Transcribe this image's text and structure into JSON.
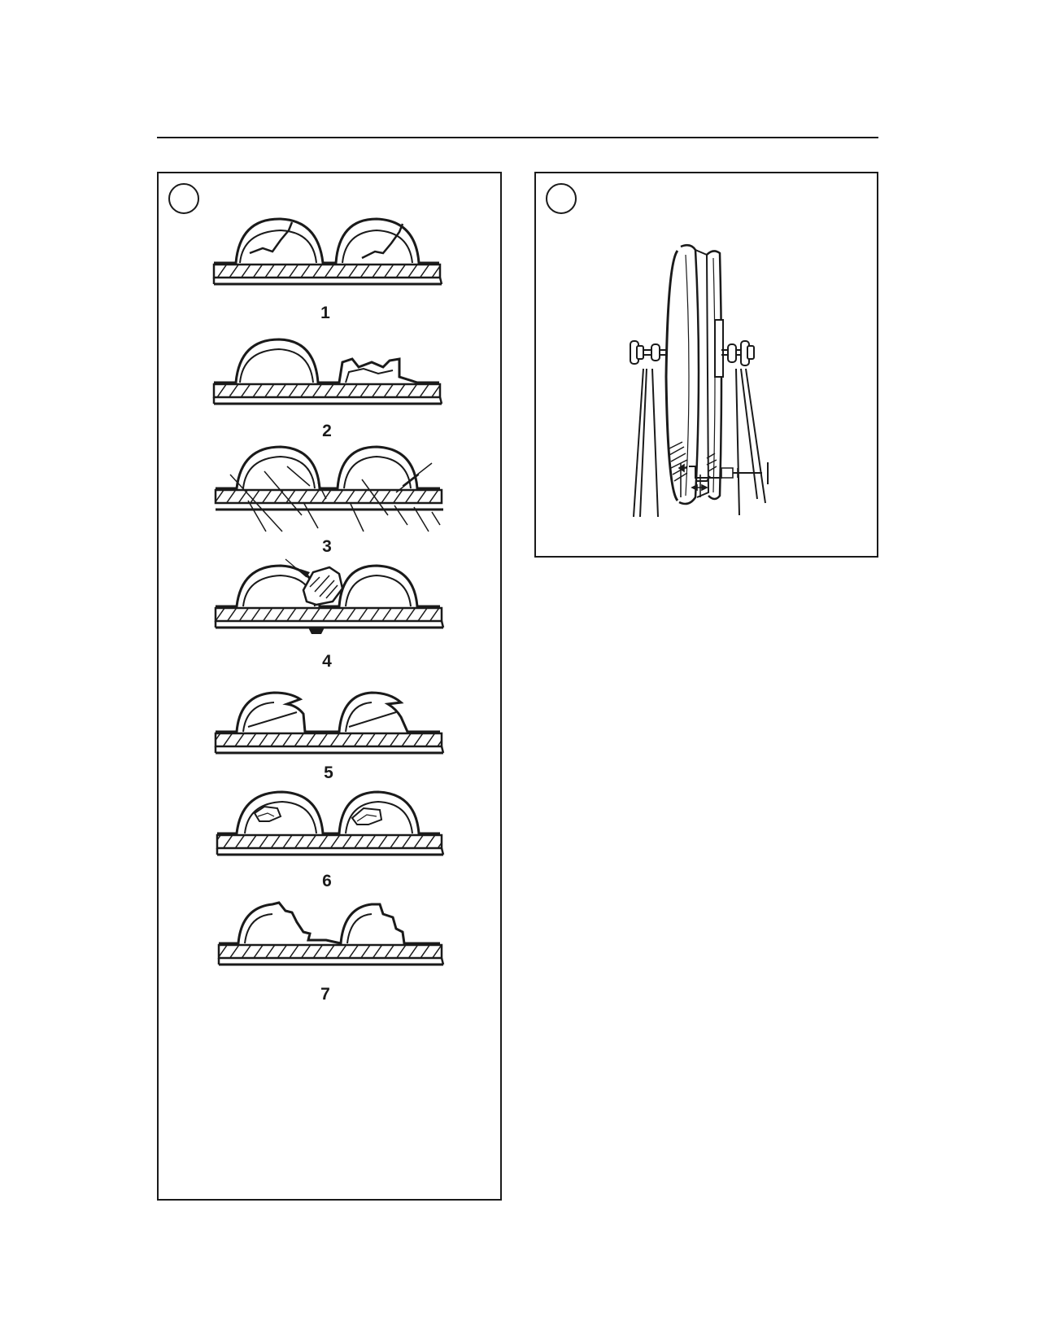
{
  "page": {
    "figures": [
      {
        "id": "left",
        "marker": "",
        "items": [
          {
            "label": "1"
          },
          {
            "label": "2"
          },
          {
            "label": "3"
          },
          {
            "label": "4"
          },
          {
            "label": "5"
          },
          {
            "label": "6"
          },
          {
            "label": "7"
          }
        ]
      },
      {
        "id": "right",
        "marker": "",
        "subject": "wheel-runout-check"
      }
    ]
  }
}
